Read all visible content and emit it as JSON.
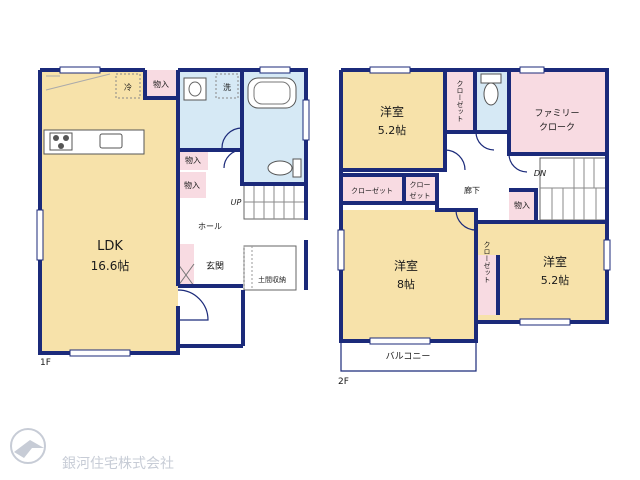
{
  "floor1": {
    "label": "1F",
    "ldk": {
      "name": "LDK",
      "size": "16.6帖"
    },
    "storage_top": "物入",
    "fridge": "冷",
    "washer": "洗",
    "storage_mid": "物入",
    "storage_low": "物入",
    "up": "UP",
    "hall": "ホール",
    "entrance": "玄関",
    "shoe_storage": "土間収納"
  },
  "floor2": {
    "label": "2F",
    "room_nw": {
      "name": "洋室",
      "size": "5.2帖"
    },
    "closet_nw": "クローゼット",
    "family_closet": {
      "line1": "ファミリー",
      "line2": "クローク"
    },
    "closet_mid_left": "クローゼット",
    "closet_mid_right": {
      "line1": "クロー",
      "line2": "ゼット"
    },
    "corridor": "廊下",
    "down": "DN",
    "storage": "物入",
    "room_sw": {
      "name": "洋室",
      "size": "8帖"
    },
    "room_se": {
      "name": "洋室",
      "size": "5.2帖"
    },
    "closet_se": "クローゼット",
    "balcony": "バルコニー"
  },
  "company": {
    "name": "銀河住宅株式会社"
  },
  "colors": {
    "wall": "#1b2a7a",
    "wood": "#f7e2aa",
    "wet": "#d6e9f5",
    "closet": "#f8dbe2",
    "watermark": "#c7ccd6"
  }
}
